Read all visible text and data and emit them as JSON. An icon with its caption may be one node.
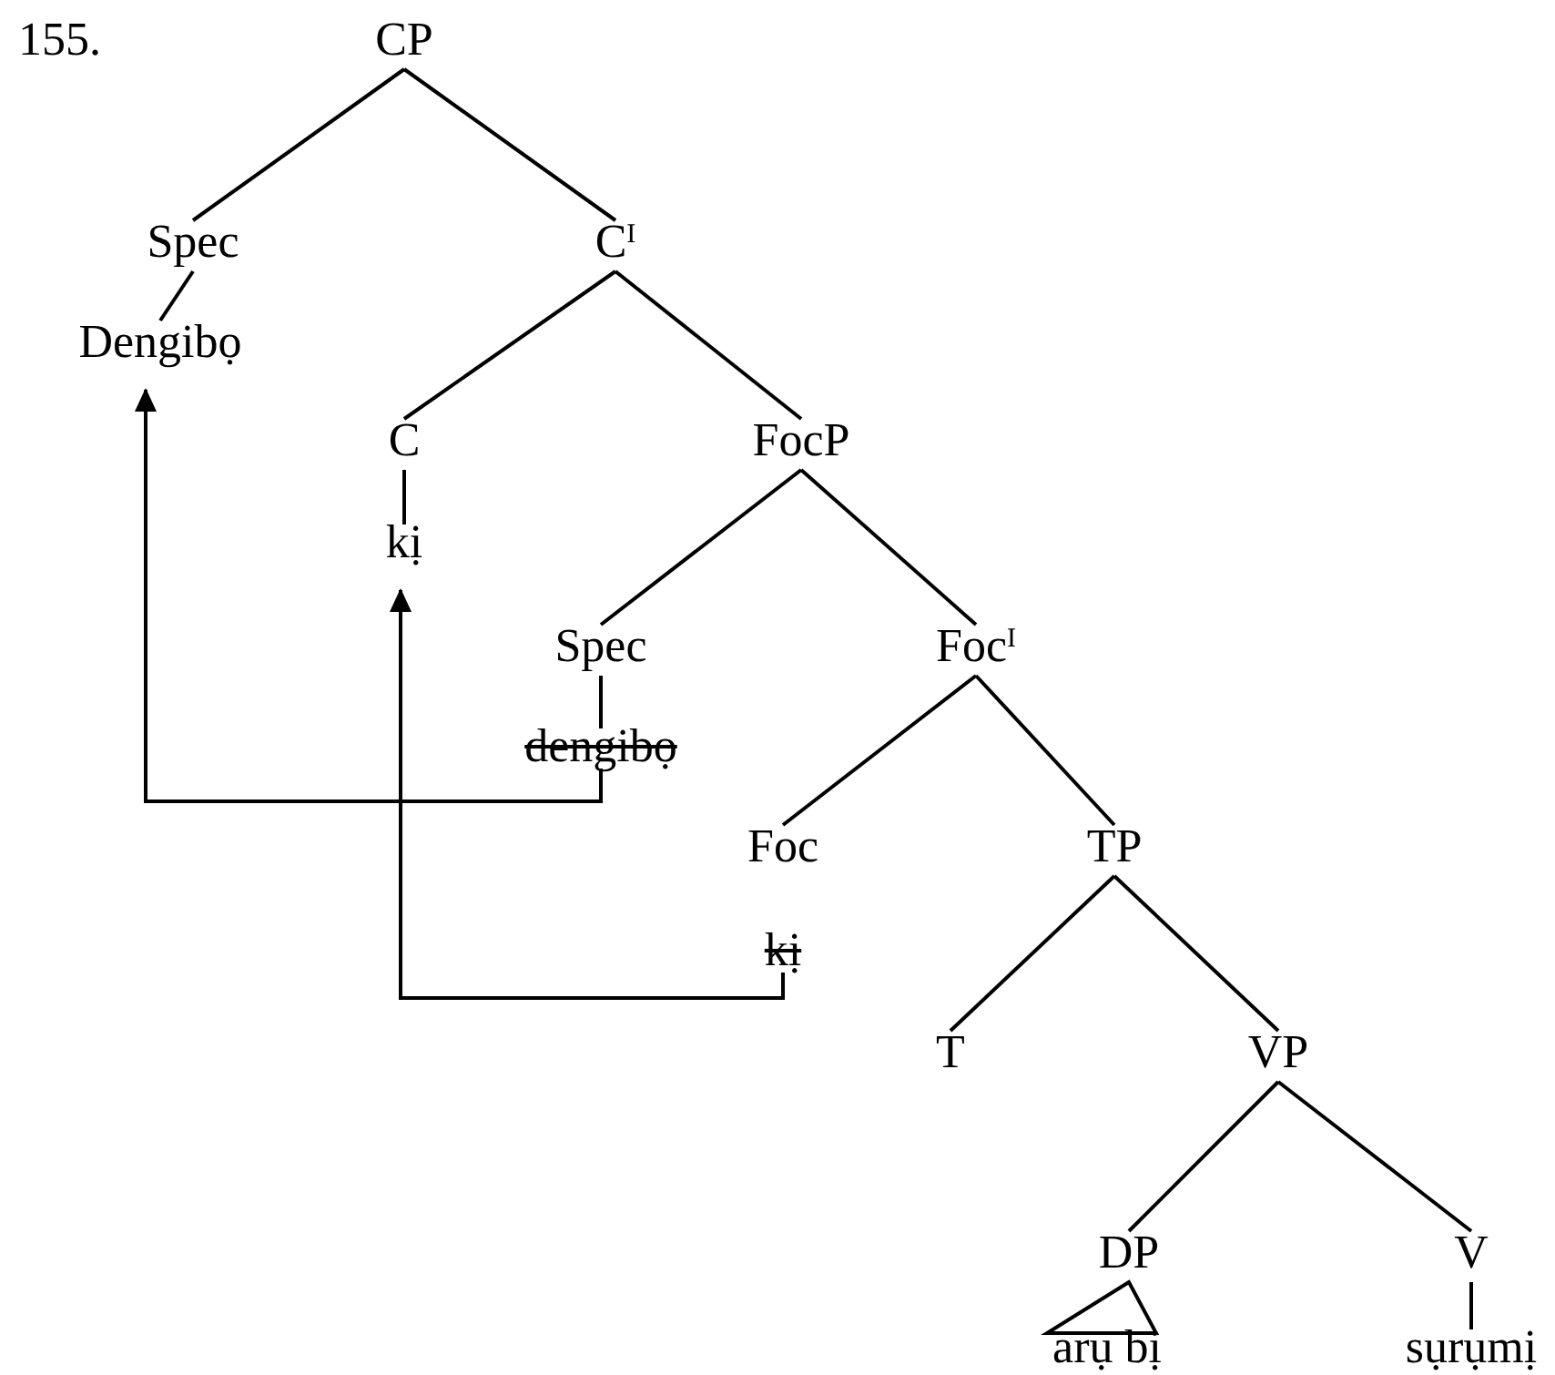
{
  "diagram": {
    "nodes": [
      {
        "text": [
          "CP"
        ]
      },
      {
        "text": [
          "Spec"
        ]
      },
      {
        "text": [
          "Dengibọ"
        ]
      },
      {
        "text": [
          "C$^{I}$"
        ]
      },
      {
        "text": [
          "C"
        ]
      },
      {
        "text": [
          "kị"
        ]
      },
      {
        "text": [
          "FocP"
        ]
      },
      {
        "text": [
          "Spec"
        ]
      },
      {
        "text": [
          "dengibọ"
        ]
      },
      {
        "text": [
          "Foc$^{I}$"
        ]
      },
      {
        "text": [
          "Foc"
        ]
      },
      {
        "text": [
          "kị"
        ]
      },
      {
        "text": [
          "TP"
        ]
      },
      {
        "text": [
          "T"
        ]
      },
      {
        "text": [
          "VP"
        ]
      },
      {
        "text": [
          "DP"
        ]
      },
      {
        "text": [
          "V"
        ]
      },
      {
        "text": [
          "arụ bị"
        ]
      },
      {
        "text": [
          "sụrụmị"
        ]
      }
    ],
    "edges": [
      {
        "from": 0,
        "to": 1,
        "arrow": "none"
      },
      {
        "from": 1,
        "to": 2,
        "arrow": "none"
      },
      {
        "from": 0,
        "to": 3,
        "arrow": "none"
      },
      {
        "from": 3,
        "to": 4,
        "arrow": "none"
      },
      {
        "from": 3,
        "to": 6,
        "arrow": "none"
      },
      {
        "from": 4,
        "to": 5,
        "arrow": "none"
      },
      {
        "from": 6,
        "to": 7,
        "arrow": "none"
      },
      {
        "from": 6,
        "to": 9,
        "arrow": "none"
      },
      {
        "from": 7,
        "to": 8,
        "arrow": "none"
      },
      {
        "from": 9,
        "to": 10,
        "arrow": "none"
      },
      {
        "from": 9,
        "to": 12,
        "arrow": "none"
      },
      {
        "from": 12,
        "to": 13,
        "arrow": "none"
      },
      {
        "from": 12,
        "to": 14,
        "arrow": "none"
      },
      {
        "from": 14,
        "to": 15,
        "arrow": "none"
      },
      {
        "from": 14,
        "to": 16,
        "arrow": "none"
      },
      {
        "from": 15,
        "to": 17,
        "arrow": "none"
      },
      {
        "from": 16,
        "to": 18,
        "arrow": "none"
      },
      {
        "from": 8,
        "to": 2,
        "arrow": "to"
      },
      {
        "from": 11,
        "to": 5,
        "arrow": "to"
      }
    ],
    "labels": [
      "155."
    ]
  }
}
